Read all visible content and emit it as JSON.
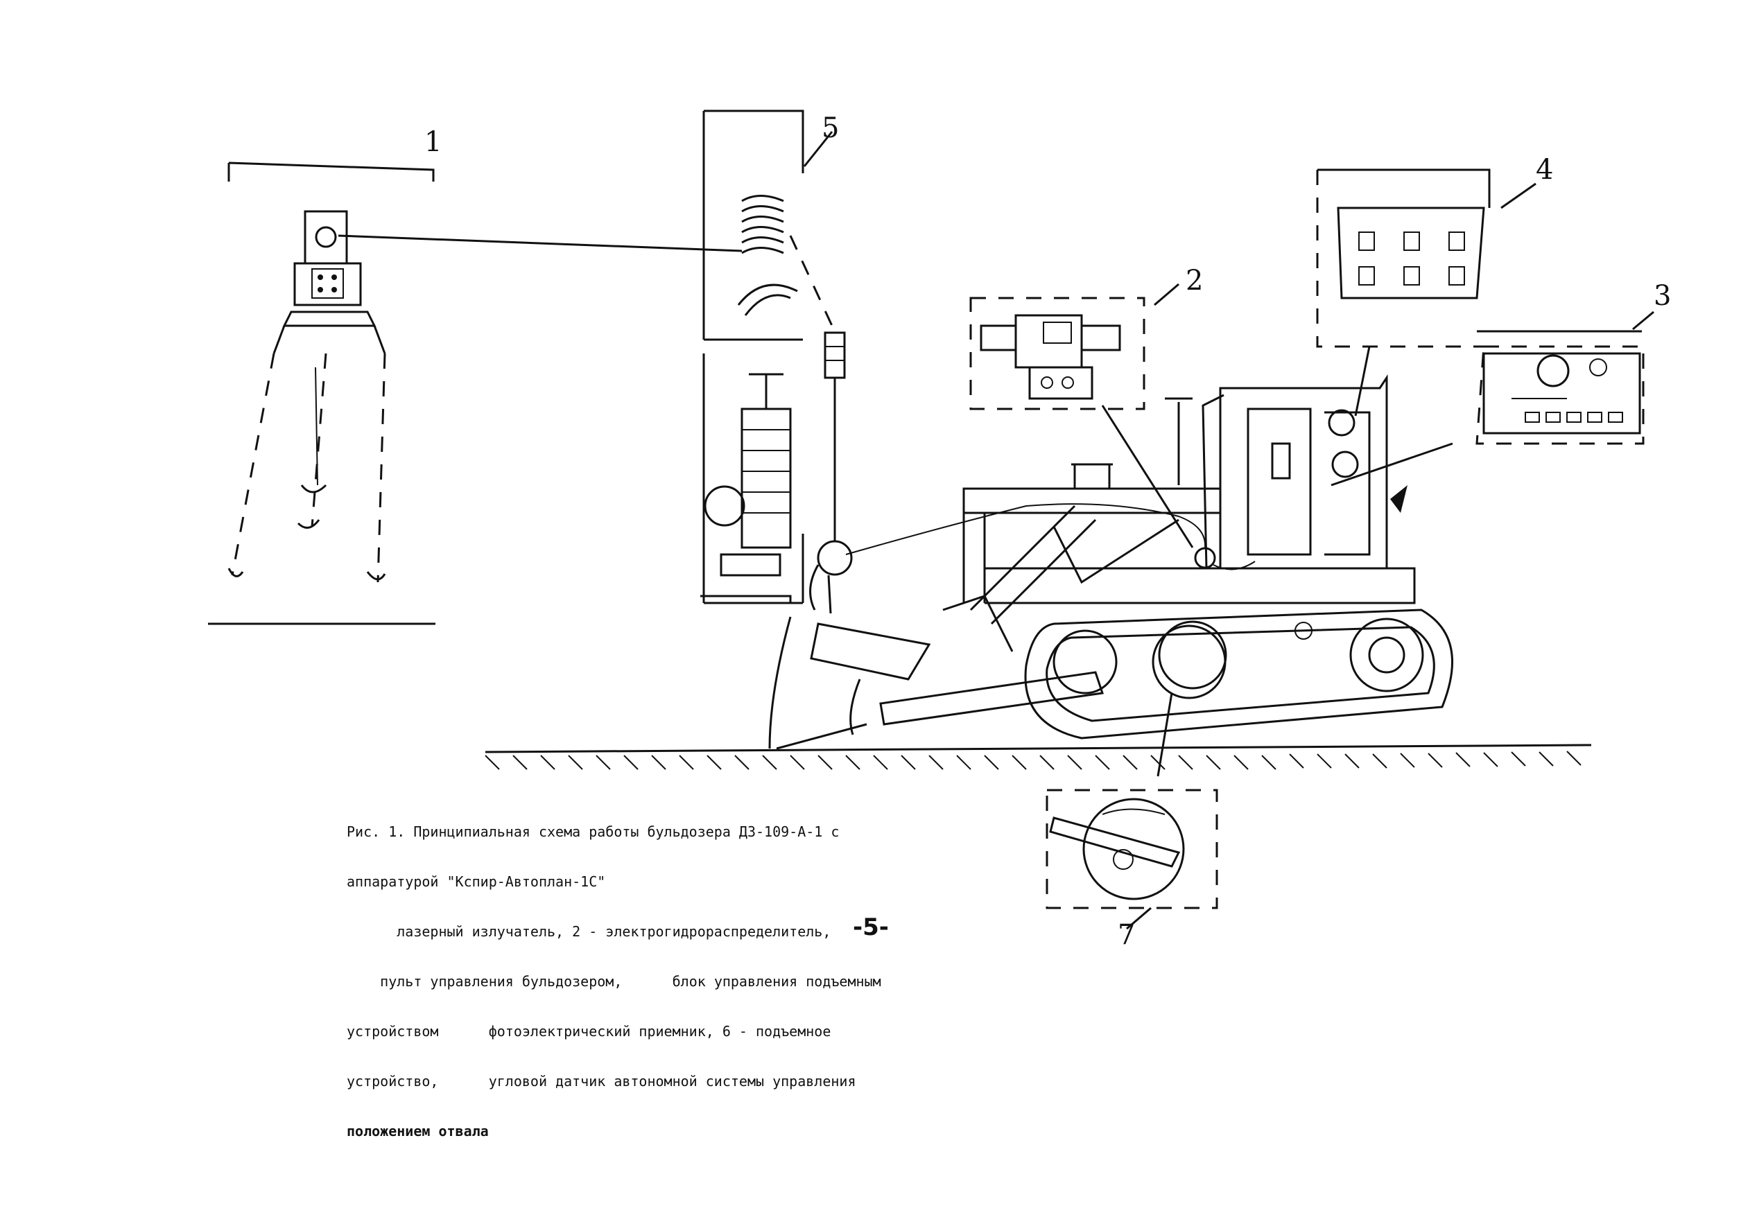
{
  "figure": {
    "callouts": [
      "1",
      "5",
      "4",
      "2",
      "3",
      "7"
    ],
    "caption_lines": [
      "Рис. 1. Принципиальная схема работы бульдозера ДЗ-109-А-1 с",
      "аппаратурой \"Кспир-Автоплан-1С\"",
      "      лазерный излучатель, 2 - электрогидрораспределитель,",
      "    пульт управления бульдозером,      блок управления подъемным",
      "устройством      фотоэлектрический приемник, 6 - подъемное",
      "устройство,      угловой датчик автономной системы управления",
      "положением отвала"
    ],
    "page_number": "-5-"
  }
}
